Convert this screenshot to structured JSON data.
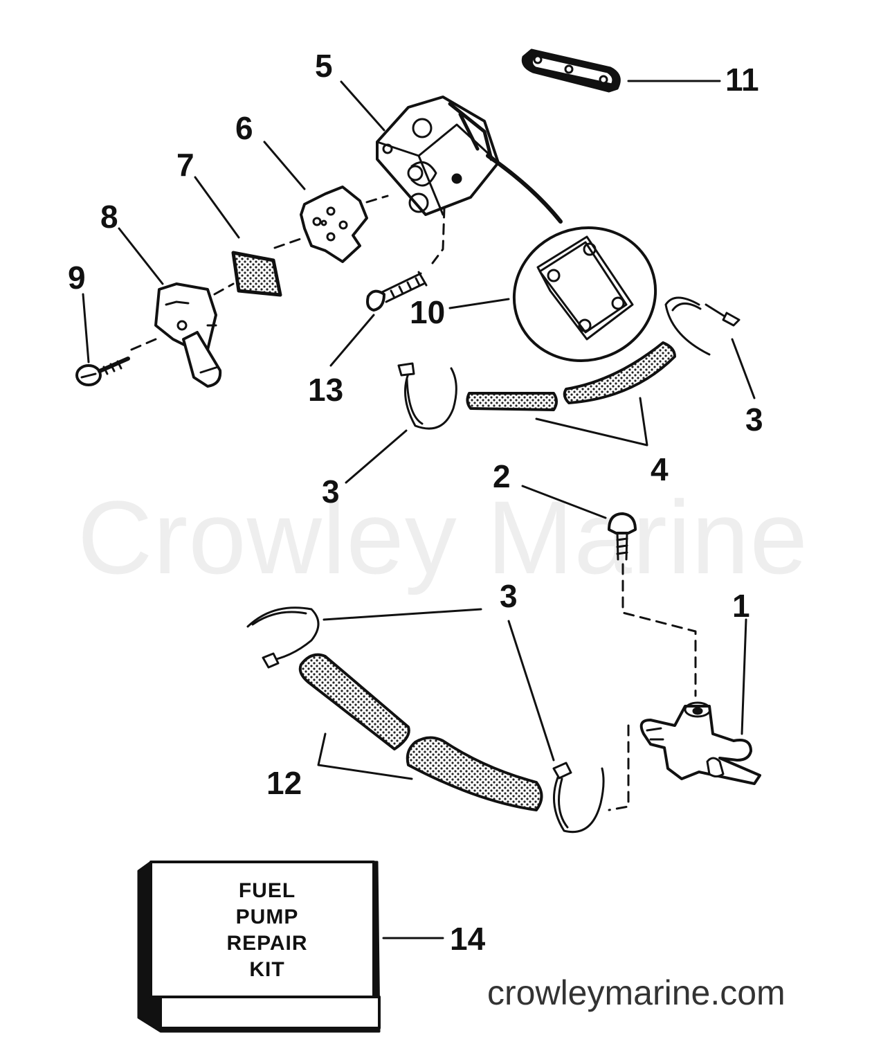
{
  "watermark": "Crowley Marine",
  "website": "crowleymarine.com",
  "kit_lines": [
    "FUEL",
    "PUMP",
    "REPAIR",
    "KIT"
  ],
  "callouts": [
    {
      "id": "1",
      "text": "1"
    },
    {
      "id": "2",
      "text": "2"
    },
    {
      "id": "3a",
      "text": "3"
    },
    {
      "id": "3b",
      "text": "3"
    },
    {
      "id": "3c",
      "text": "3"
    },
    {
      "id": "4",
      "text": "4"
    },
    {
      "id": "5",
      "text": "5"
    },
    {
      "id": "6",
      "text": "6"
    },
    {
      "id": "7",
      "text": "7"
    },
    {
      "id": "8",
      "text": "8"
    },
    {
      "id": "9",
      "text": "9"
    },
    {
      "id": "10",
      "text": "10"
    },
    {
      "id": "11",
      "text": "11"
    },
    {
      "id": "12",
      "text": "12"
    },
    {
      "id": "13",
      "text": "13"
    },
    {
      "id": "14",
      "text": "14"
    }
  ]
}
